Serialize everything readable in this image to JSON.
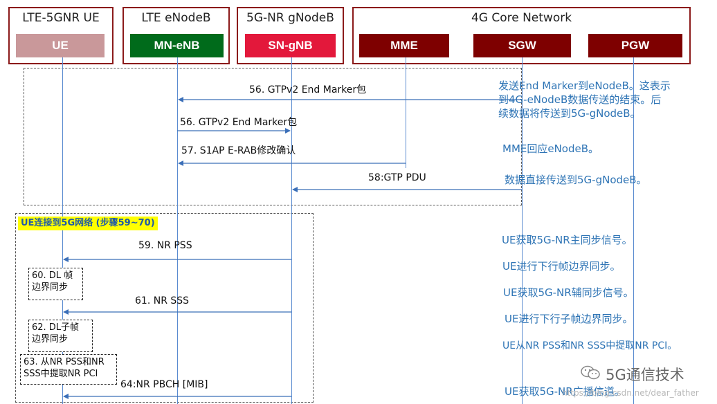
{
  "groups": {
    "ue": "LTE-5GNR UE",
    "enb": "LTE eNodeB",
    "gnb": "5G-NR gNodeB",
    "core": "4G Core Network"
  },
  "entities": {
    "ue": "UE",
    "mn_enb": "MN-eNB",
    "sn_gnb": "SN-gNB",
    "mme": "MME",
    "sgw": "SGW",
    "pgw": "PGW"
  },
  "colors": {
    "ue": "#c9989a",
    "mn_enb": "#006b1b",
    "sn_gnb": "#e3183b",
    "core": "#7e0000",
    "lane": "#5a8bd0",
    "explain": "#2e74b5",
    "highlight": "#ffff00"
  },
  "messages": {
    "m56a": "56. GTPv2 End Marker包",
    "m56b": "56. GTPv2 End Marker包",
    "m57": "57. S1AP E-RAB修改确认",
    "m58": "58:GTP PDU",
    "m59": "59. NR PSS",
    "m61": "61. NR SSS",
    "m64": "64:NR PBCH [MIB]"
  },
  "section_label": "UE连接到5G网络 (步骤59~70)",
  "notes": {
    "n60": [
      "60. DL 帧",
      "边界同步"
    ],
    "n62": [
      "62. DL子帧",
      "边界同步"
    ],
    "n63": [
      "63. 从NR PSS和NR",
      "SSS中提取NR PCI"
    ]
  },
  "explanations": {
    "e1": [
      "发送End Marker到eNodeB。这表示",
      "到4G-eNodeB数据传送的结束。后",
      "续数据将传送到5G-gNodeB。"
    ],
    "e2": "MME回应eNodeB。",
    "e3": "数据直接传送到5G-gNodeB。",
    "e4": "UE获取5G-NR主同步信号。",
    "e5": "UE进行下行帧边界同步。",
    "e6": "UE获取5G-NR辅同步信号。",
    "e7": "UE进行下行子帧边界同步。",
    "e8": "UE从NR PSS和NR SSS中提取NR PCI。",
    "e9": "UE获取5G-NR广播信道。"
  },
  "watermark": {
    "brand": "5G通信技术",
    "url": "https://blog.csdn.net/dear_father"
  }
}
